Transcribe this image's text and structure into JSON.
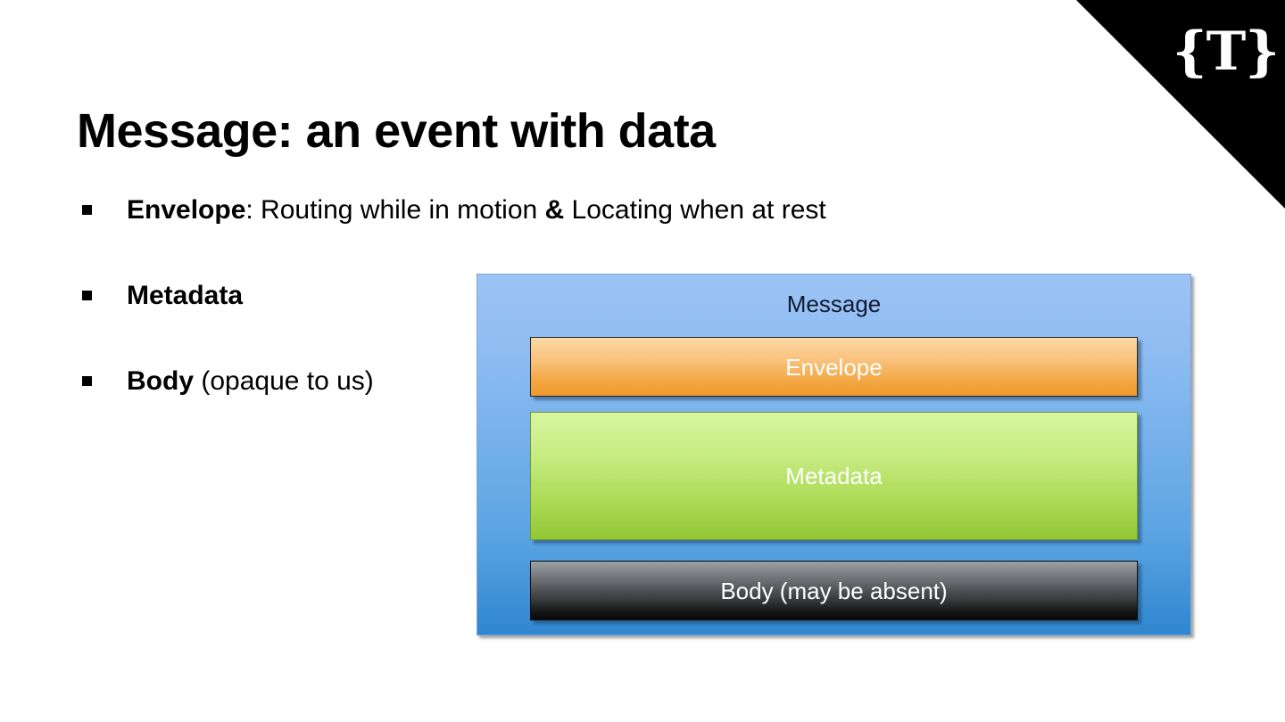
{
  "slide": {
    "title": "Message: an event with data",
    "bullets": [
      {
        "id": "envelope",
        "lead": "Envelope",
        "mid": ": Routing while in motion ",
        "emphasis": "&",
        "tail": " Locating when at rest"
      },
      {
        "id": "metadata",
        "lead": "Metadata",
        "mid": "",
        "emphasis": "",
        "tail": ""
      },
      {
        "id": "body",
        "lead": "Body",
        "mid": " (opaque to us)",
        "emphasis": "",
        "tail": ""
      }
    ],
    "bullet_glyph": "square-bullet"
  },
  "diagram": {
    "container_label": "Message",
    "layers": [
      {
        "id": "envelope",
        "label": "Envelope"
      },
      {
        "id": "metadata",
        "label": "Metadata"
      },
      {
        "id": "body",
        "label": "Body (may be absent)"
      }
    ]
  },
  "branding": {
    "logo_text": "{T}",
    "logo_name": "new-york-times-logo"
  },
  "colors": {
    "background": "#ffffff",
    "text": "#000000",
    "logo_wedge": "#000000",
    "message_blue_top": "#9cc3f5",
    "message_blue_bottom": "#2f86cf",
    "envelope_orange_top": "#fbd8a6",
    "envelope_orange_bottom": "#ef9a2c",
    "metadata_green_top": "#d9f5a0",
    "metadata_green_bottom": "#93c635",
    "body_gray_top": "#9ba1a6",
    "body_black_bottom": "#0a0a0a"
  }
}
